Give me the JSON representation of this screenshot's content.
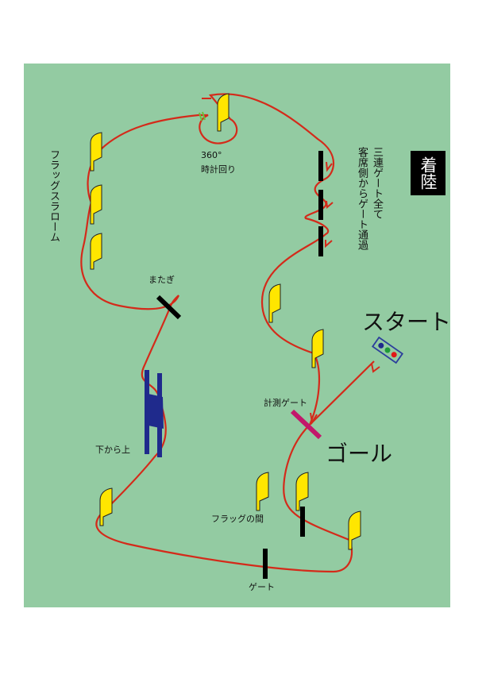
{
  "labels": {
    "flag_slalom": "フラッグスラローム",
    "rotation_360": "360°",
    "rotation_clockwise": "時計回り",
    "triple_gate_line1": "三連ゲート全て",
    "triple_gate_line2": "客席側からゲート通過",
    "landing": "着陸",
    "start": "スタート",
    "timing_gate": "計測ゲート",
    "goal": "ゴール",
    "straddle": "またぎ",
    "bottom_to_top": "下から上",
    "between_flags": "フラッグの間",
    "gate": "ゲート"
  },
  "colors": {
    "field": "#93cba2",
    "route": "#d42a1a",
    "flag": "#ffe600",
    "gate": "#000000",
    "timing_gate": "#c2186b",
    "ladder": "#1f2a8c",
    "start_box_border": "#2c3e9c",
    "light_blue": "#1f2a8c",
    "light_green": "#1f9a3a",
    "light_red": "#e01818"
  }
}
